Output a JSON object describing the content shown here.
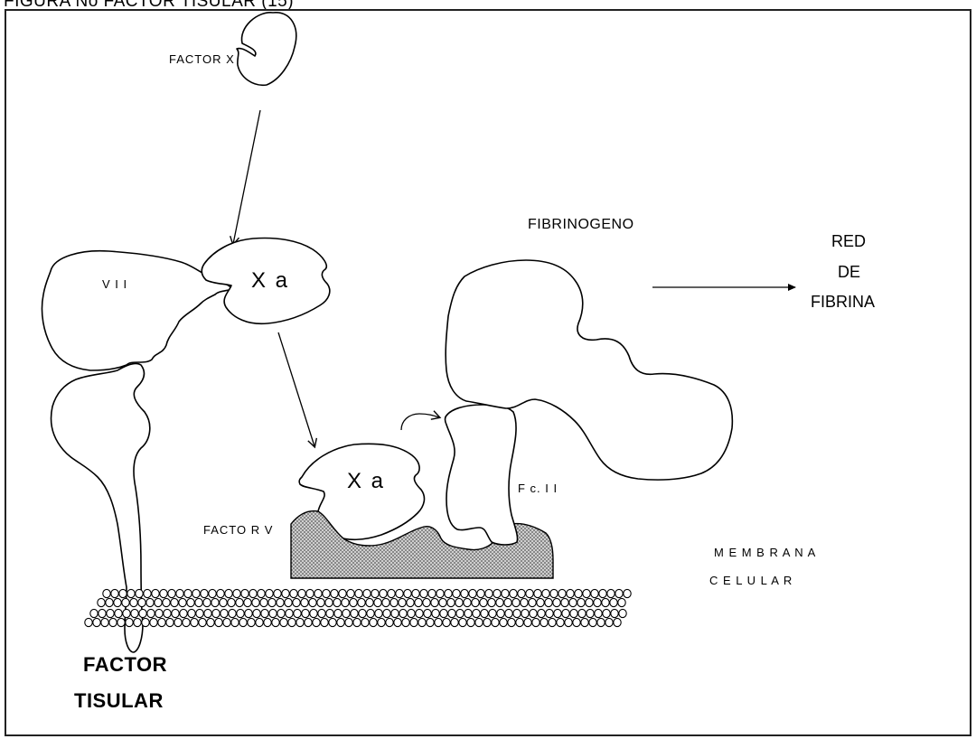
{
  "header": {
    "figure_title": "FIGURA No FACTOR TISULAR (15)"
  },
  "labels": {
    "factor_x": "FACTOR X",
    "vii": "V I I",
    "xa_top": "X a",
    "xa_bottom": "X a",
    "fibrinogeno": "FIBRINOGENO",
    "red_line1": "RED",
    "red_line2": "DE",
    "red_line3": "FIBRINA",
    "factor_v": "FACTO R V",
    "fc_ii": "F c. I I",
    "membrana_line1": "M E M B R A N A",
    "membrana_line2": "C E L U L A R",
    "factor_tisular_line1": "FACTOR",
    "factor_tisular_line2": "TISULAR"
  },
  "colors": {
    "ink": "#000000",
    "factor_v_fill": "#9a9a9a",
    "membrane_bead": "#ffffff"
  }
}
